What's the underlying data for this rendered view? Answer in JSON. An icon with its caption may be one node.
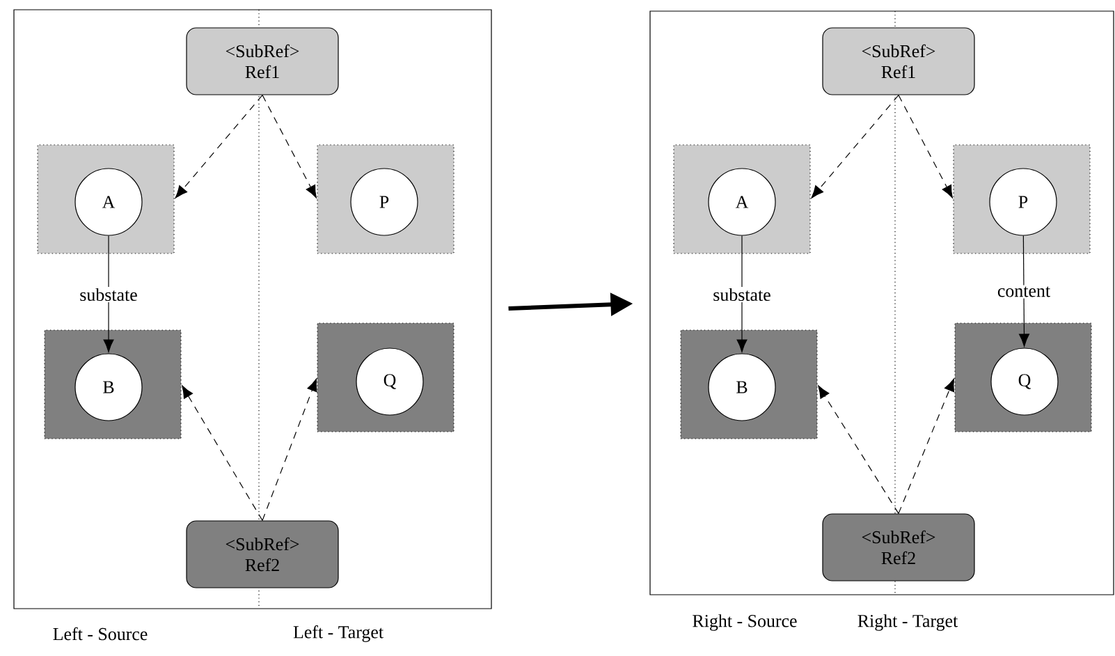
{
  "diagram": {
    "nodes": [
      {
        "text": [],
        "shape": "box"
      },
      {
        "text": [
          "<SubRef>",
          "Ref1"
        ],
        "in": 0
      },
      {
        "text": [],
        "shape": "box",
        "in": 0
      },
      {
        "text": [
          "A"
        ],
        "in": 2
      },
      {
        "text": [],
        "shape": "box",
        "in": 0
      },
      {
        "text": [
          "P"
        ],
        "in": 4
      },
      {
        "text": [],
        "shape": "box",
        "in": 0
      },
      {
        "text": [
          "B"
        ],
        "in": 6
      },
      {
        "text": [],
        "shape": "box",
        "in": 0
      },
      {
        "text": [
          "Q"
        ],
        "in": 8
      },
      {
        "text": [
          "<SubRef>",
          "Ref2"
        ],
        "in": 0
      },
      {
        "text": [],
        "shape": "box"
      },
      {
        "text": [
          "<SubRef>",
          "Ref1"
        ],
        "in": 11
      },
      {
        "text": [],
        "shape": "box",
        "in": 11
      },
      {
        "text": [
          "A"
        ],
        "in": 13
      },
      {
        "text": [],
        "shape": "box",
        "in": 11
      },
      {
        "text": [
          "P"
        ],
        "in": 15
      },
      {
        "text": [],
        "shape": "box",
        "in": 11
      },
      {
        "text": [
          "B"
        ],
        "in": 17
      },
      {
        "text": [],
        "shape": "box",
        "in": 11
      },
      {
        "text": [
          "Q"
        ],
        "in": 19
      },
      {
        "text": [
          "<SubRef>",
          "Ref2"
        ],
        "in": 11
      }
    ],
    "edges": [
      {
        "from": 1,
        "to": 2,
        "arrow": "to",
        "style": "dashed"
      },
      {
        "from": 1,
        "to": 4,
        "arrow": "to",
        "style": "dashed"
      },
      {
        "from": 3,
        "to": 7,
        "arrow": "to",
        "label": "substate"
      },
      {
        "from": 10,
        "to": 6,
        "arrow": "to",
        "style": "dashed"
      },
      {
        "from": 10,
        "to": 8,
        "arrow": "to",
        "style": "dashed"
      },
      {
        "from": 0,
        "to": 11,
        "arrow": "to",
        "style": "thick"
      },
      {
        "from": 12,
        "to": 13,
        "arrow": "to",
        "style": "dashed"
      },
      {
        "from": 12,
        "to": 15,
        "arrow": "to",
        "style": "dashed"
      },
      {
        "from": 14,
        "to": 18,
        "arrow": "to",
        "label": "substate"
      },
      {
        "from": 16,
        "to": 20,
        "arrow": "to",
        "label": "content"
      },
      {
        "from": 21,
        "to": 17,
        "arrow": "to",
        "style": "dashed"
      },
      {
        "from": 21,
        "to": 19,
        "arrow": "to",
        "style": "dashed"
      }
    ],
    "labels": [
      "Left - Source",
      "Left - Target",
      "Right - Source",
      "Right - Target"
    ]
  }
}
